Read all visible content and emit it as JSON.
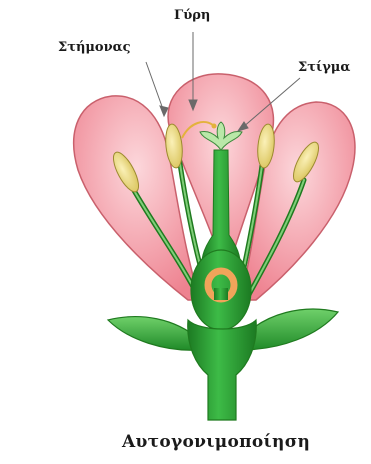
{
  "labels": {
    "pollen": "Γύρη",
    "stamen": "Στήμονας",
    "stigma": "Στίγμα"
  },
  "caption": "Αυτογονιμοποίηση",
  "colors": {
    "petal_fill": "#f08b97",
    "petal_light": "#fbd3d7",
    "petal_edge": "#c9606c",
    "green_dark": "#1f7a1f",
    "green_main": "#2fa63a",
    "green_light": "#8fd48a",
    "anther": "#e9d77a",
    "ovule": "#f0a45a",
    "leader": "#6a6a6a"
  }
}
